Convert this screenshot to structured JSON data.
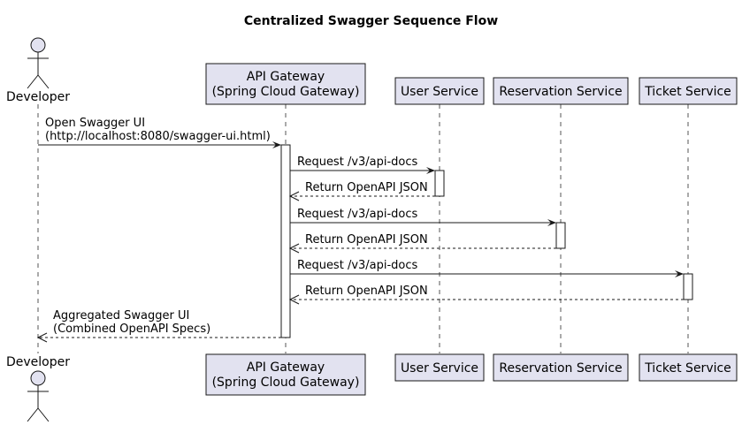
{
  "title": "Centralized Swagger Sequence Flow",
  "participants": [
    {
      "id": "dev",
      "type": "actor",
      "lines": [
        "Developer"
      ]
    },
    {
      "id": "gw",
      "type": "box",
      "lines": [
        "API Gateway",
        "(Spring Cloud Gateway)"
      ]
    },
    {
      "id": "user",
      "type": "box",
      "lines": [
        "User Service"
      ]
    },
    {
      "id": "res",
      "type": "box",
      "lines": [
        "Reservation Service"
      ]
    },
    {
      "id": "tick",
      "type": "box",
      "lines": [
        "Ticket Service"
      ]
    }
  ],
  "messages": [
    {
      "from": "dev",
      "to": "gw",
      "style": "solid",
      "lines": [
        "Open Swagger UI",
        "(http://localhost:8080/swagger-ui.html)"
      ]
    },
    {
      "from": "gw",
      "to": "user",
      "style": "solid",
      "lines": [
        "Request /v3/api-docs"
      ]
    },
    {
      "from": "user",
      "to": "gw",
      "style": "dashed",
      "lines": [
        "Return OpenAPI JSON"
      ]
    },
    {
      "from": "gw",
      "to": "res",
      "style": "solid",
      "lines": [
        "Request /v3/api-docs"
      ]
    },
    {
      "from": "res",
      "to": "gw",
      "style": "dashed",
      "lines": [
        "Return OpenAPI JSON"
      ]
    },
    {
      "from": "gw",
      "to": "tick",
      "style": "solid",
      "lines": [
        "Request /v3/api-docs"
      ]
    },
    {
      "from": "tick",
      "to": "gw",
      "style": "dashed",
      "lines": [
        "Return OpenAPI JSON"
      ]
    },
    {
      "from": "gw",
      "to": "dev",
      "style": "dashed",
      "lines": [
        "Aggregated Swagger UI",
        "(Combined OpenAPI Specs)"
      ]
    }
  ],
  "colors": {
    "participant_fill": "#e2e2f0",
    "border": "#181818",
    "lifeline": "#555555",
    "activation_fill": "#ffffff"
  }
}
